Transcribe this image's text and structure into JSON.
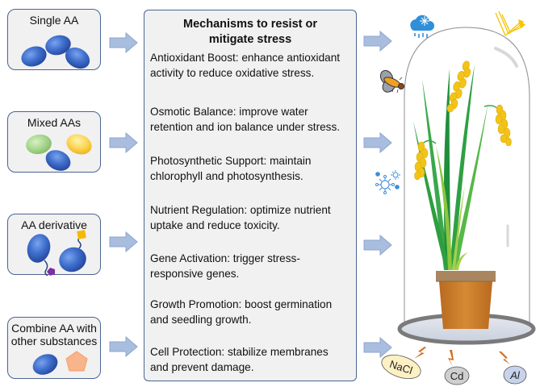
{
  "inputs": [
    {
      "label": "Single AA",
      "icon": "single-amino-acid-icon"
    },
    {
      "label": "Mixed AAs",
      "icon": "mixed-amino-acids-icon"
    },
    {
      "label": "AA derivative",
      "icon": "amino-acid-derivative-icon"
    },
    {
      "label": "Combine AA with other substances",
      "label_lines": [
        "Combine AA with",
        "other substances"
      ],
      "icon": "amino-acid-combination-icon"
    }
  ],
  "mechanisms": {
    "title_lines": [
      "Mechanisms to resist or",
      "mitigate stress"
    ],
    "items": [
      {
        "lines": [
          "Antioxidant Boost: enhance antioxidant",
          "activity to reduce oxidative stress."
        ]
      },
      {
        "lines": [
          "Osmotic Balance: improve water",
          "retention and ion balance under stress."
        ]
      },
      {
        "lines": [
          "Photosynthetic Support: maintain",
          "chlorophyll and photosynthesis."
        ]
      },
      {
        "lines": [
          "Nutrient Regulation: optimize nutrient",
          "uptake and reduce toxicity."
        ]
      },
      {
        "lines": [
          "Gene Activation: trigger stress-",
          "responsive genes."
        ]
      },
      {
        "lines": [
          "Growth Promotion: boost germination",
          "and seedling growth."
        ]
      },
      {
        "lines": [
          "Cell Protection: stabilize membranes",
          "and prevent damage."
        ]
      }
    ]
  },
  "stressors": {
    "cold_rain": "cold-rain-icon",
    "uv_light": "uv-light-icon",
    "insect": "insect-pest-icon",
    "pathogen": "pathogen-icon",
    "soil": [
      {
        "label": "NaCl",
        "fill": "#fdf1c4"
      },
      {
        "label": "Cd",
        "fill": "#cfcfcf"
      },
      {
        "label": "Al",
        "fill": "#c7d3ea"
      }
    ]
  },
  "colors": {
    "box_border": "#4a6490",
    "box_fill": "#f1f1f2",
    "arrow_fill": "#a9bddf",
    "arrow_stroke": "#8ea5cc",
    "aa_blue": "#3f6fcc",
    "lightning": "#d26a1a"
  }
}
